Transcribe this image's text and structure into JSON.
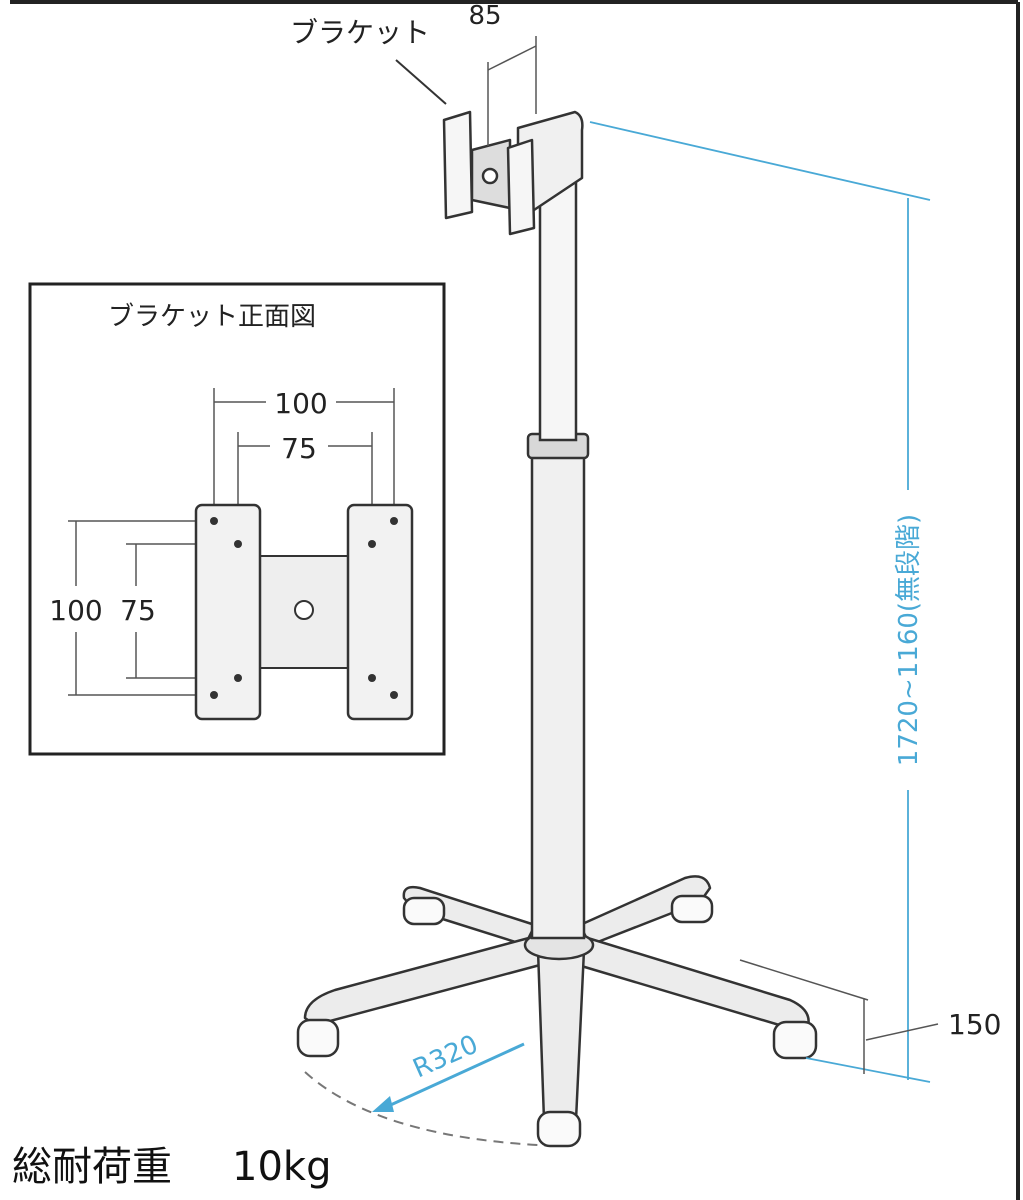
{
  "labels": {
    "bracket": "ブラケット",
    "bracket_width": "85",
    "inset_title": "ブラケット正面図",
    "inset_outer_horizontal": "100",
    "inset_inner_horizontal": "75",
    "inset_outer_vertical": "100",
    "inset_inner_vertical": "75",
    "height_range": "1720~1160(無段階)",
    "base_height": "150",
    "base_radius": "R320",
    "load_capacity": "総耐荷重",
    "load_value": "10kg"
  },
  "colors": {
    "line": "#333333",
    "metal": "#e8e8e8",
    "dimension_blue": "#49a9d6",
    "frame": "#222222"
  }
}
